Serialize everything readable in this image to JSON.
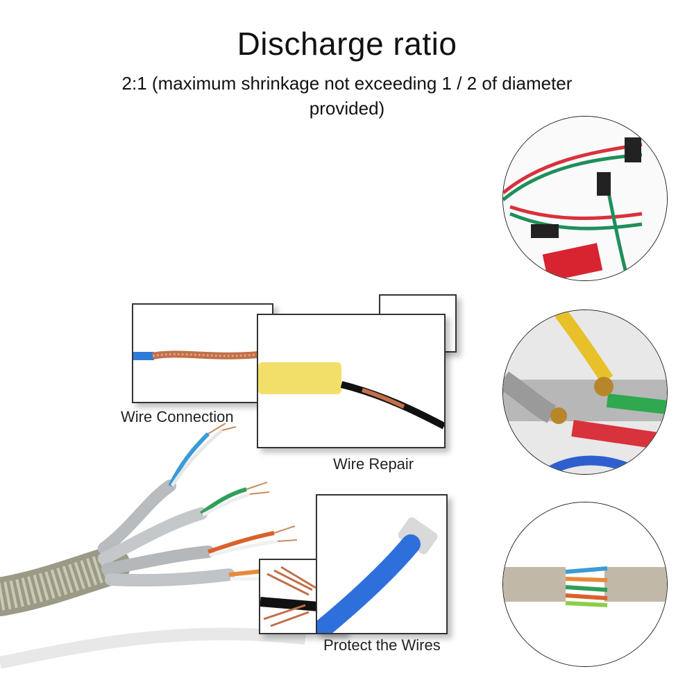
{
  "header": {
    "title": "Discharge ratio",
    "subtitle": "2:1 (maximum shrinkage not exceeding 1 / 2 of diameter provided)"
  },
  "captions": {
    "wire_connection": "Wire Connection",
    "wire_repair": "Wire Repair",
    "protect_wires": "Protect the Wires"
  },
  "colors": {
    "copper": "#c0704a",
    "sleeve_yellow": "#f2df6a",
    "sleeve_blue": "#2f6fdc",
    "wire_red": "#d8323c",
    "wire_green": "#1f8f5a"
  }
}
